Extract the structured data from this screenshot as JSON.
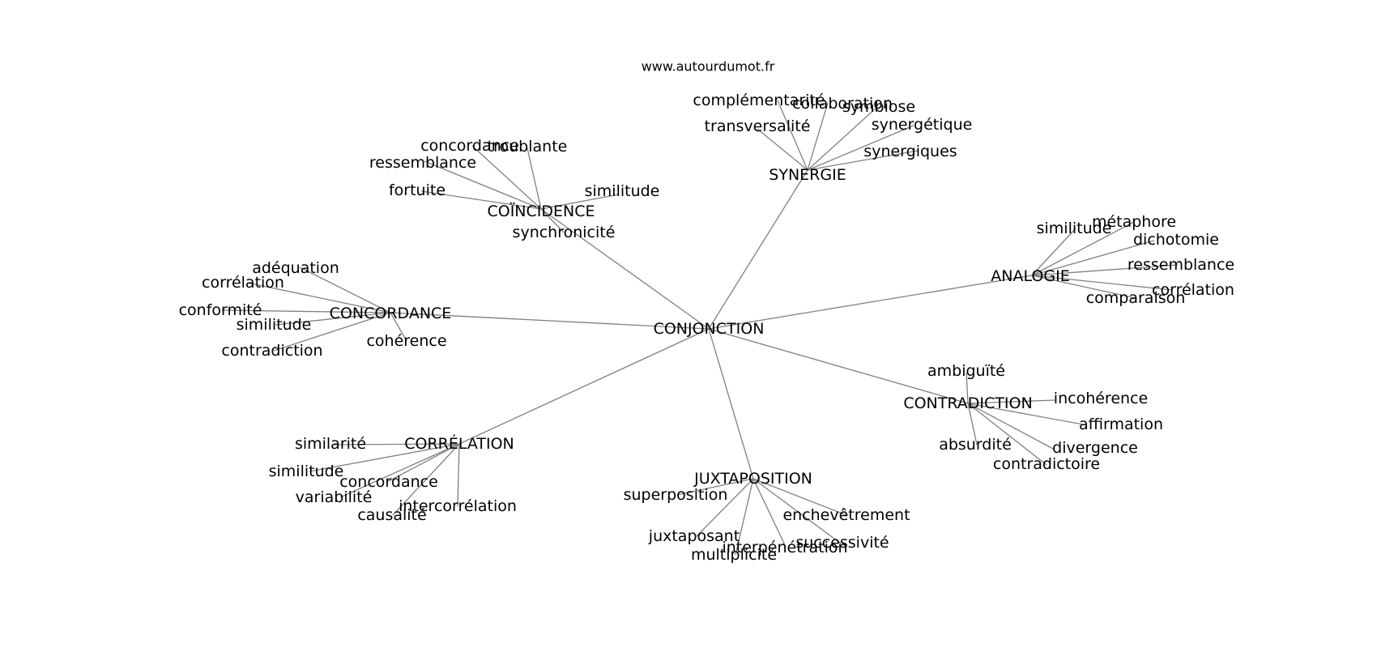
{
  "site": "www.autourdumot.fr",
  "center": "CONJONCTION",
  "groups": [
    {
      "label": "SYNERGIE",
      "words": [
        "complémentarité",
        "collaboration",
        "symbiose",
        "synergétique",
        "synergiques",
        "transversalité"
      ]
    },
    {
      "label": "COÏNCIDENCE",
      "words": [
        "concordance",
        "troublante",
        "ressemblance",
        "fortuite",
        "similitude",
        "synchronicité"
      ]
    },
    {
      "label": "CONCORDANCE",
      "words": [
        "adéquation",
        "corrélation",
        "conformité",
        "similitude",
        "contradiction",
        "cohérence"
      ]
    },
    {
      "label": "ANALOGIE",
      "words": [
        "similitude",
        "métaphore",
        "dichotomie",
        "ressemblance",
        "corrélation",
        "comparaison"
      ]
    },
    {
      "label": "CONTRADICTION",
      "words": [
        "ambiguïté",
        "incohérence",
        "affirmation",
        "divergence",
        "contradictoire",
        "absurdité"
      ]
    },
    {
      "label": "CORRÉLATION",
      "words": [
        "similarité",
        "similitude",
        "concordance",
        "variabilité",
        "causalité",
        "intercorrélation"
      ]
    },
    {
      "label": "JUXTAPOSITION",
      "words": [
        "superposition",
        "enchevêtrement",
        "successivité",
        "interpénétration",
        "multiplicité",
        "juxtaposant"
      ]
    }
  ]
}
